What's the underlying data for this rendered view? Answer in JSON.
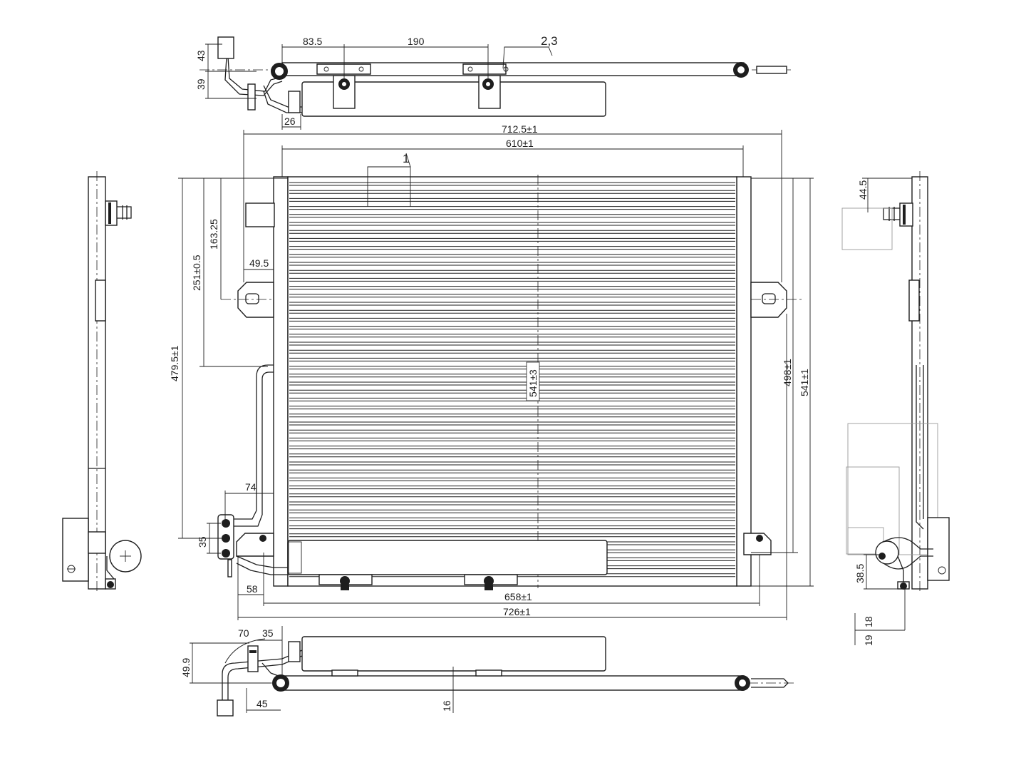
{
  "drawing": {
    "colors": {
      "line": "#1e1e1e",
      "background": "#ffffff",
      "ghost_text": "#d8d8d8"
    },
    "callouts": {
      "item_1": "1",
      "item_2_3": "2,3"
    },
    "dimensions": {
      "top_83_5": "83.5",
      "top_190": "190",
      "top_43": "43",
      "top_39": "39",
      "top_26": "26",
      "overall_width": "712.5±1",
      "core_width": "610±1",
      "height_479_5": "479.5±1",
      "height_251": "251±0.5",
      "height_163_25": "163.25",
      "offset_49_5": "49.5",
      "core_height": "541±3",
      "height_498": "498±1",
      "height_541": "541±1",
      "offset_74": "74",
      "pitch_35": "35",
      "offset_58": "58",
      "width_658": "658±1",
      "width_726": "726±1",
      "right_44_5": "44.5",
      "right_38_5": "38.5",
      "right_18": "18",
      "right_19": "19",
      "bottom_70": "70",
      "bottom_35": "35",
      "bottom_49_9": "49.9",
      "bottom_45": "45",
      "bottom_16": "16"
    }
  }
}
